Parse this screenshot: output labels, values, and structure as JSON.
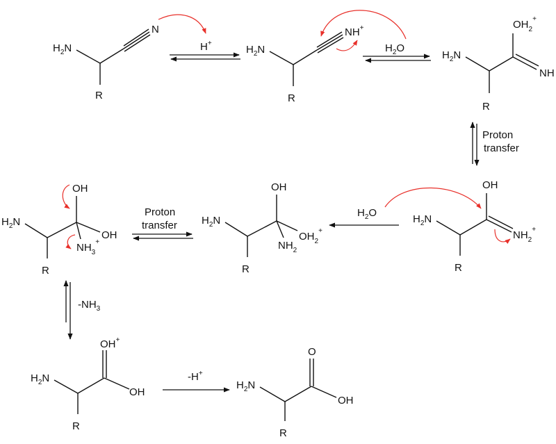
{
  "colors": {
    "ink": "#111111",
    "curly_arrow": "#e8302a",
    "background": "#ffffff"
  },
  "atoms": {
    "h2n": "H₂N",
    "h2n_H": "H",
    "h2n_2": "2",
    "h2n_N": "N",
    "r": "R",
    "n": "N",
    "nh": "NH",
    "nh2": "NH",
    "oh": "OH",
    "oh2": "OH",
    "nh3": "NH",
    "o": "O",
    "plus": "+",
    "sub2": "2",
    "sub3": "3"
  },
  "reagents": {
    "h_plus": "H",
    "water_H": "H",
    "water_O": "O",
    "proton_1": "Proton",
    "proton_2": "transfer",
    "minus_nh3": "-NH",
    "minus_h": "-H"
  }
}
